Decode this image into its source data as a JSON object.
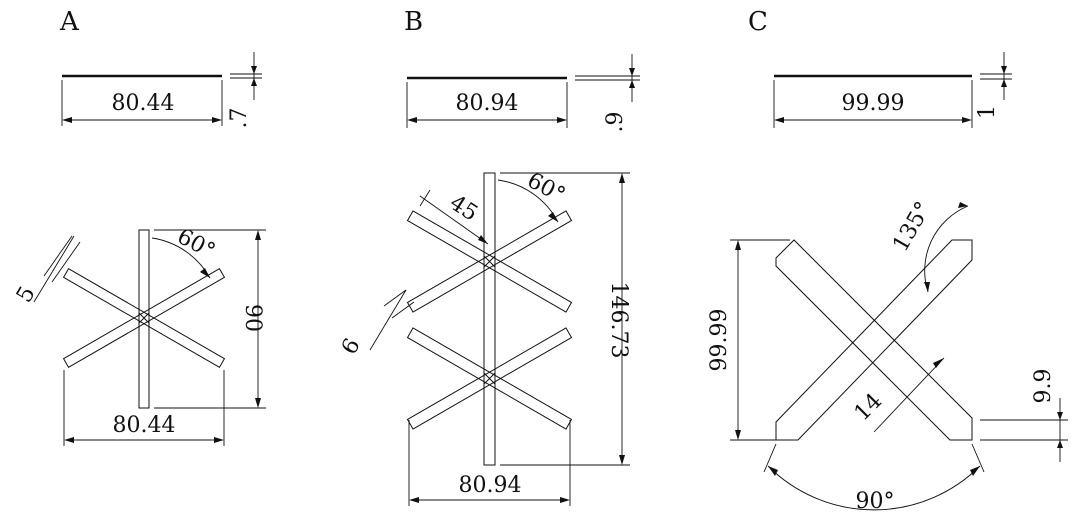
{
  "panels": {
    "A": {
      "label": "A",
      "top_width": "80.44",
      "top_thickness": ".7",
      "bar_width": "5",
      "angle": "60°",
      "height": "90",
      "bottom_width": "80.44"
    },
    "B": {
      "label": "B",
      "top_width": "80.94",
      "top_thickness": ".9",
      "arm_length": "45",
      "angle": "60°",
      "bar_width": "6",
      "height": "146.73",
      "bottom_width": "80.94"
    },
    "C": {
      "label": "C",
      "top_width": "99.99",
      "top_thickness": "1",
      "angle_top": "135°",
      "height": "99.99",
      "bar_width": "14",
      "offset": "9.9",
      "angle_bottom": "90°"
    }
  }
}
